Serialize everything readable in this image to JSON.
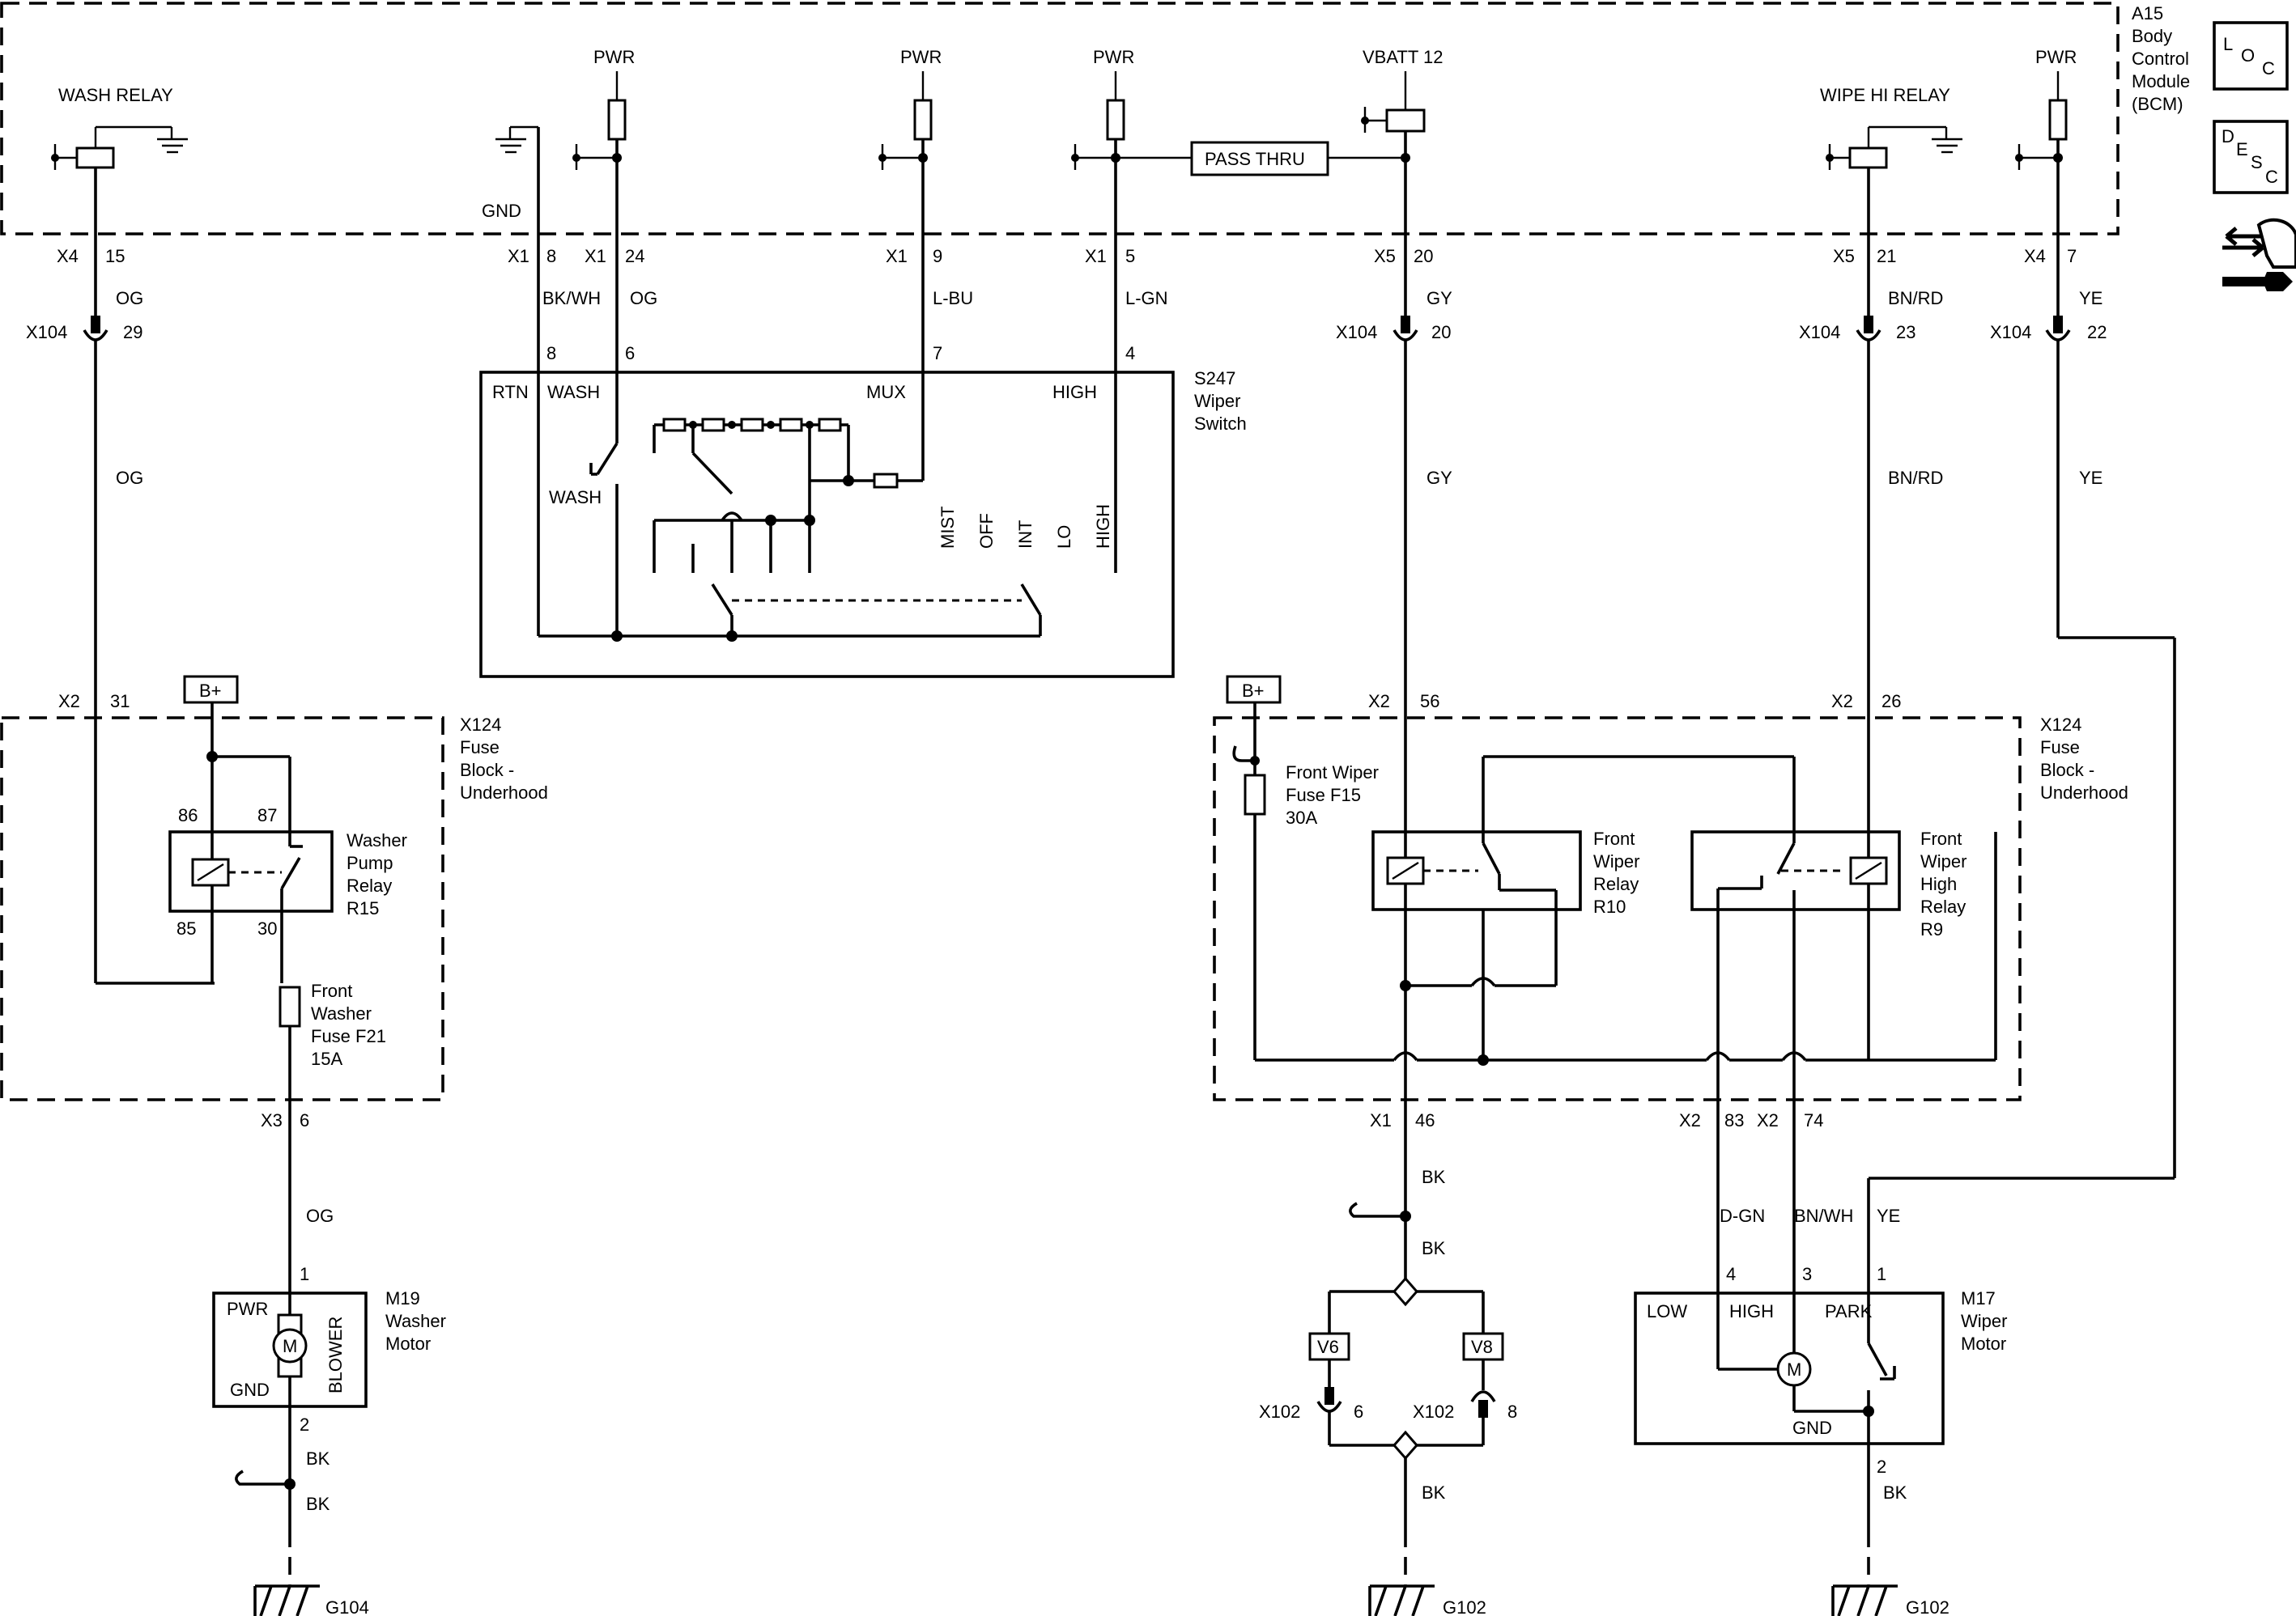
{
  "modules": {
    "bcm": {
      "id": "A15",
      "lines": [
        "Body",
        "Control",
        "Module",
        "(BCM)"
      ]
    },
    "loc_icon": "LOC",
    "desc_icon": "DESC",
    "fuse_block": {
      "id": "X124",
      "lines": [
        "Fuse",
        "Block -",
        "Underhood"
      ]
    }
  },
  "bcm_labels": {
    "wash_relay": "WASH RELAY",
    "wipe_hi_relay": "WIPE HI RELAY",
    "pwr": "PWR",
    "vbatt": "VBATT 12",
    "gnd": "GND",
    "pass_thru": "PASS THRU"
  },
  "bcm_pins": {
    "wash": {
      "conn": "X4",
      "pin": "15"
    },
    "rtn": {
      "conn": "X1",
      "pin": "8"
    },
    "wash_sw": {
      "conn": "X1",
      "pin": "24"
    },
    "mux": {
      "conn": "X1",
      "pin": "9"
    },
    "high": {
      "conn": "X1",
      "pin": "5"
    },
    "vbatt": {
      "conn": "X5",
      "pin": "20"
    },
    "wipe_hi": {
      "conn": "X5",
      "pin": "21"
    },
    "park": {
      "conn": "X4",
      "pin": "7"
    }
  },
  "inline_x104": {
    "conn": "X104",
    "p29": "29",
    "p20": "20",
    "p23": "23",
    "p22": "22"
  },
  "wires": {
    "og": "OG",
    "bkwh": "BK/WH",
    "lbu": "L-BU",
    "lgn": "L-GN",
    "gy": "GY",
    "bnrd": "BN/RD",
    "ye": "YE",
    "bk": "BK",
    "dgn": "D-GN",
    "bnwh": "BN/WH"
  },
  "switch": {
    "id": "S247",
    "lines": [
      "Wiper",
      "Switch"
    ],
    "pins": {
      "rtn": "8",
      "wash": "6",
      "mux": "7",
      "high": "4"
    },
    "terms": {
      "rtn": "RTN",
      "wash": "WASH",
      "mux": "MUX",
      "high": "HIGH"
    },
    "wash_contact": "WASH",
    "positions": [
      "MIST",
      "OFF",
      "INT",
      "LO",
      "HIGH"
    ]
  },
  "fuse_block_pins": {
    "left_in": {
      "conn": "X2",
      "pin": "31"
    },
    "left_out": {
      "conn": "X3",
      "pin": "6"
    },
    "right_in1": {
      "conn": "X2",
      "pin": "56"
    },
    "right_in2": {
      "conn": "X2",
      "pin": "26"
    },
    "right_out1": {
      "conn": "X1",
      "pin": "46"
    },
    "right_out2": {
      "conn": "X2",
      "pin": "83"
    },
    "right_out3": {
      "conn": "X2",
      "pin": "74"
    }
  },
  "bplus": "B+",
  "washer_relay": {
    "pins": {
      "p86": "86",
      "p87": "87",
      "p85": "85",
      "p30": "30"
    },
    "lines": [
      "Washer",
      "Pump",
      "Relay",
      "R15"
    ]
  },
  "washer_fuse": {
    "lines": [
      "Front",
      "Washer",
      "Fuse F21",
      "15A"
    ]
  },
  "wiper_fuse": {
    "lines": [
      "Front Wiper",
      "Fuse F15",
      "30A"
    ]
  },
  "wiper_relay": {
    "lines": [
      "Front",
      "Wiper",
      "Relay",
      "R10"
    ]
  },
  "wiper_high_relay": {
    "lines": [
      "Front",
      "Wiper",
      "High",
      "Relay",
      "R9"
    ]
  },
  "washer_motor": {
    "id": "M19",
    "lines": [
      "Washer",
      "Motor"
    ],
    "pwr": "PWR",
    "gnd": "GND",
    "blower": "BLOWER",
    "motor": "M",
    "pin1": "1",
    "pin2": "2"
  },
  "engine_options": {
    "v6": "V6",
    "v8": "V8",
    "conn": "X102",
    "p6": "6",
    "p8": "8"
  },
  "wiper_motor": {
    "id": "M17",
    "lines": [
      "Wiper",
      "Motor"
    ],
    "low": "LOW",
    "high": "HIGH",
    "park": "PARK",
    "gnd": "GND",
    "motor": "M",
    "pin4": "4",
    "pin3": "3",
    "pin1": "1",
    "pin2": "2"
  },
  "grounds": {
    "g104": "G104",
    "g102a": "G102",
    "g102b": "G102"
  }
}
